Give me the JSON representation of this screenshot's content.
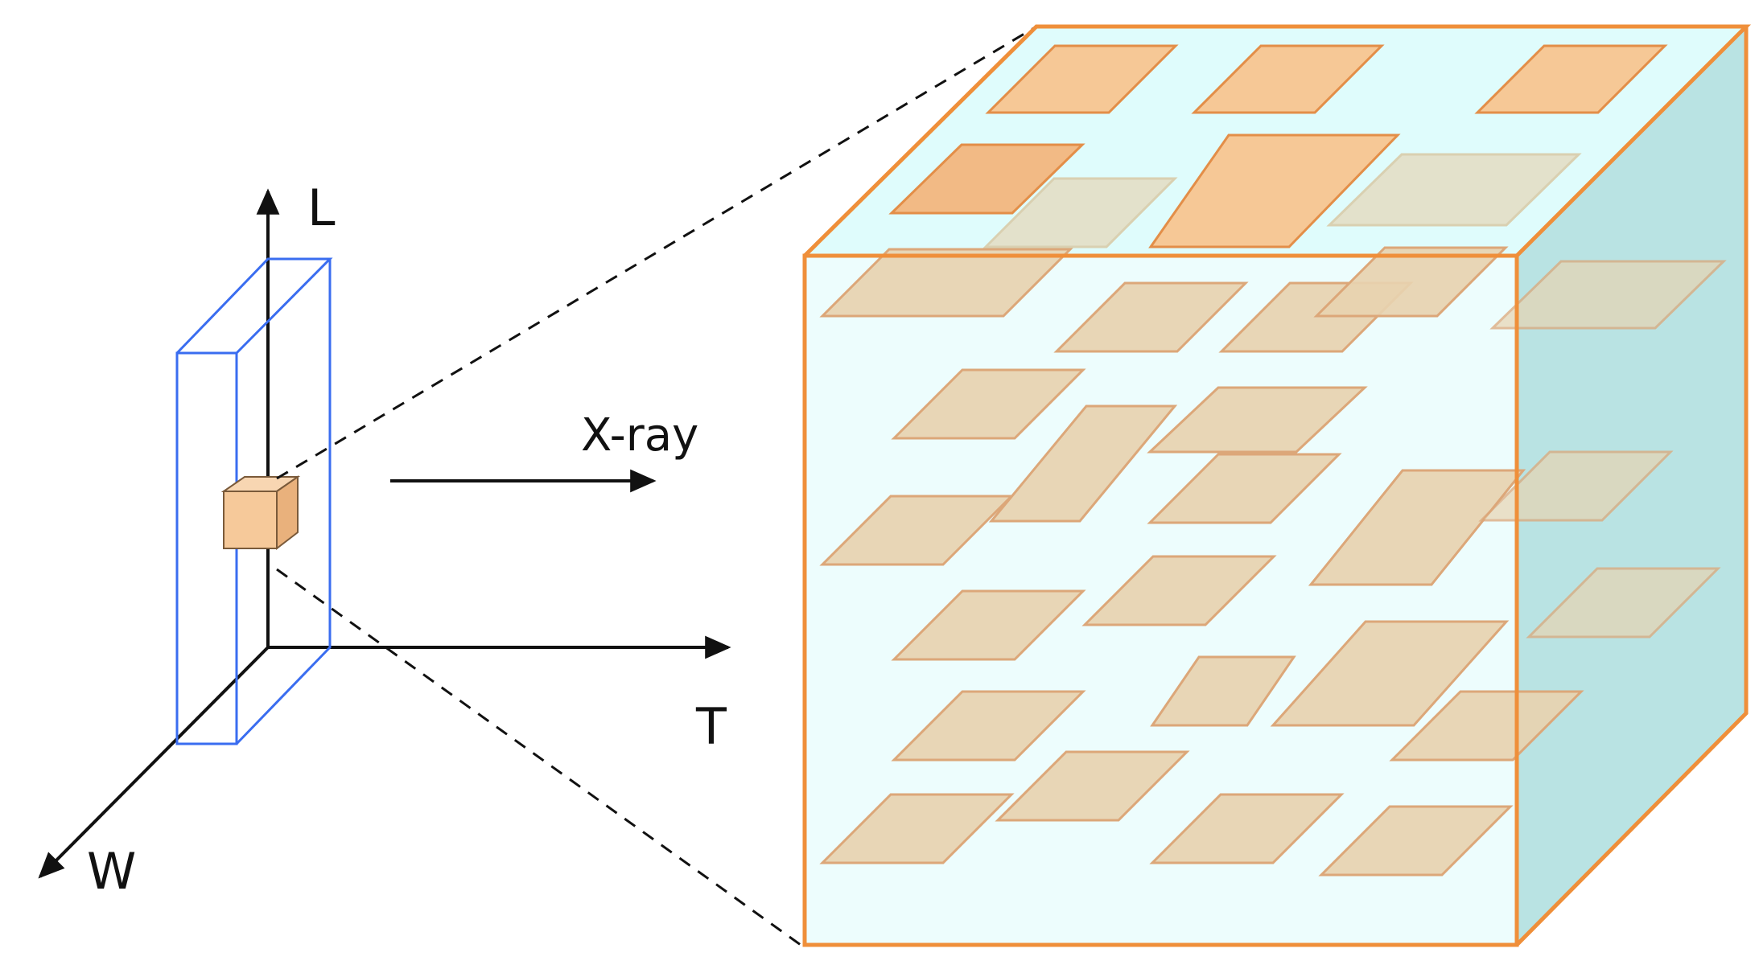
{
  "labels": {
    "axis_l": "L",
    "axis_t": "T",
    "axis_w": "W",
    "xray": "X-ray"
  },
  "colors": {
    "axis": "#111111",
    "sample_outline": "#3a6df0",
    "voxel_fill": "#f6c99a",
    "cube_edge": "#ef8f3a",
    "cube_fill": "#dffcfc",
    "cube_side": "#b9e3e3",
    "flake_fill": "#e7d2b0",
    "flake_top": "#f6c896",
    "dashed": "#111111"
  }
}
